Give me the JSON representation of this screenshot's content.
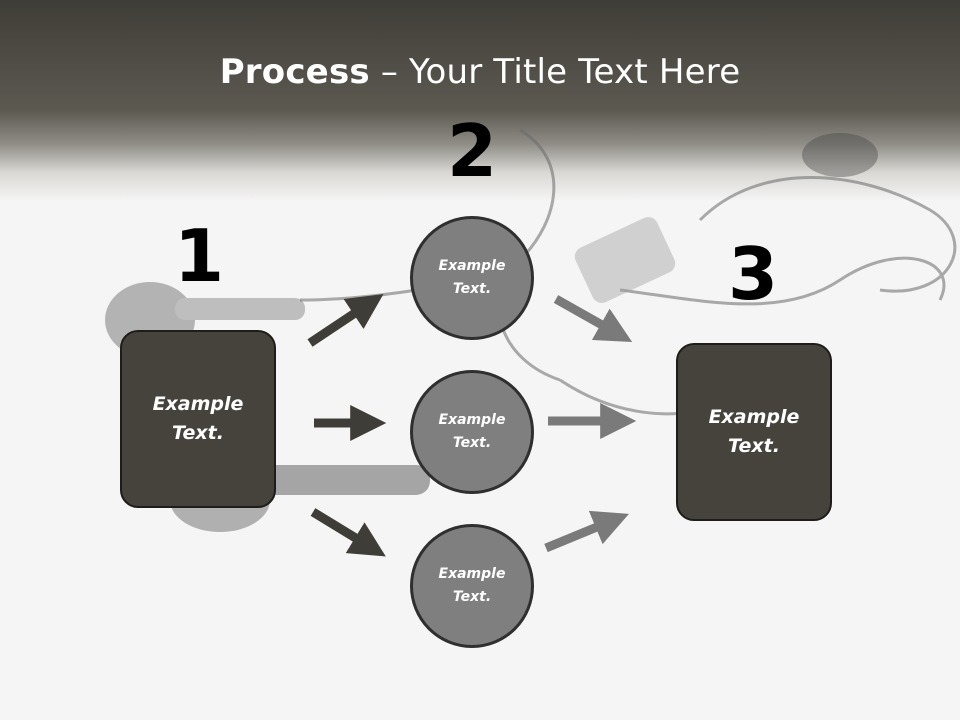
{
  "title": {
    "bold": "Process",
    "rest": " – Your Title Text Here"
  },
  "steps": [
    {
      "number": "1",
      "line1": "Example",
      "line2": "Text."
    },
    {
      "number": "2"
    },
    {
      "number": "3",
      "line1": "Example",
      "line2": "Text."
    }
  ],
  "circles": [
    {
      "line1": "Example",
      "line2": "Text."
    },
    {
      "line1": "Example",
      "line2": "Text."
    },
    {
      "line1": "Example",
      "line2": "Text."
    }
  ],
  "colors": {
    "header": "#4c4a43",
    "box": "#46433d",
    "circle": "#7f7f7f",
    "arrow_dark": "#3f3d37",
    "arrow_light": "#7a7a7a"
  }
}
